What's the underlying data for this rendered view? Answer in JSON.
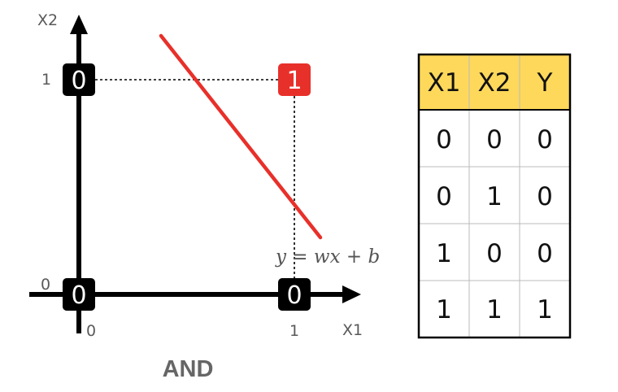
{
  "axes": {
    "x_label": "X1",
    "y_label": "X2",
    "x_ticks": [
      "0",
      "1"
    ],
    "y_ticks": [
      "0",
      "1"
    ]
  },
  "points": [
    {
      "x1": 0,
      "x2": 0,
      "output": "0",
      "color": "#000000"
    },
    {
      "x1": 1,
      "x2": 0,
      "output": "0",
      "color": "#000000"
    },
    {
      "x1": 0,
      "x2": 1,
      "output": "0",
      "color": "#000000"
    },
    {
      "x1": 1,
      "x2": 1,
      "output": "1",
      "color": "#e8302a"
    }
  ],
  "decision_line": {
    "equation": "y = wx + b",
    "color": "#e8302a"
  },
  "caption": "AND",
  "truth_table": {
    "header_color": "#fdd85a",
    "columns": [
      "X1",
      "X2",
      "Y"
    ],
    "rows": [
      [
        "0",
        "0",
        "0"
      ],
      [
        "0",
        "1",
        "0"
      ],
      [
        "1",
        "0",
        "0"
      ],
      [
        "1",
        "1",
        "1"
      ]
    ]
  }
}
